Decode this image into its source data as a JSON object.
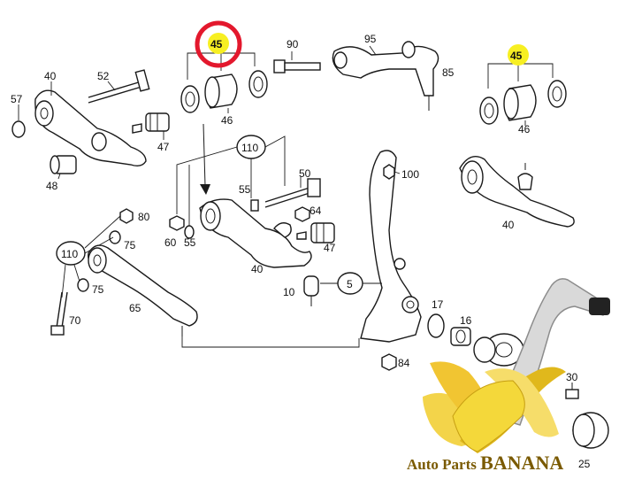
{
  "diagram": {
    "highlight_color": "#f7ef22",
    "circle_color": "#e3182d",
    "callouts": {
      "c45a": "45",
      "c46a": "46",
      "c90": "90",
      "c95": "95",
      "c85": "85",
      "c45b": "45",
      "c46b": "46",
      "c57": "57",
      "c40a": "40",
      "c52": "52",
      "c47a": "47",
      "c48": "48",
      "c110a": "110",
      "c50": "50",
      "c55a": "55",
      "c60": "60",
      "c55b": "55",
      "c64": "64",
      "c47b": "47",
      "c40b": "40",
      "c100": "100",
      "c40c": "40",
      "c80": "80",
      "c75a": "75",
      "c110b": "110",
      "c75b": "75",
      "c65": "65",
      "c70": "70",
      "c10": "10",
      "c5": "5",
      "c17": "17",
      "c16": "16",
      "c84": "84",
      "c30": "30",
      "c25": "25"
    },
    "watermark": {
      "brand_prefix": "Auto Parts ",
      "brand_name": "BANANA"
    }
  }
}
